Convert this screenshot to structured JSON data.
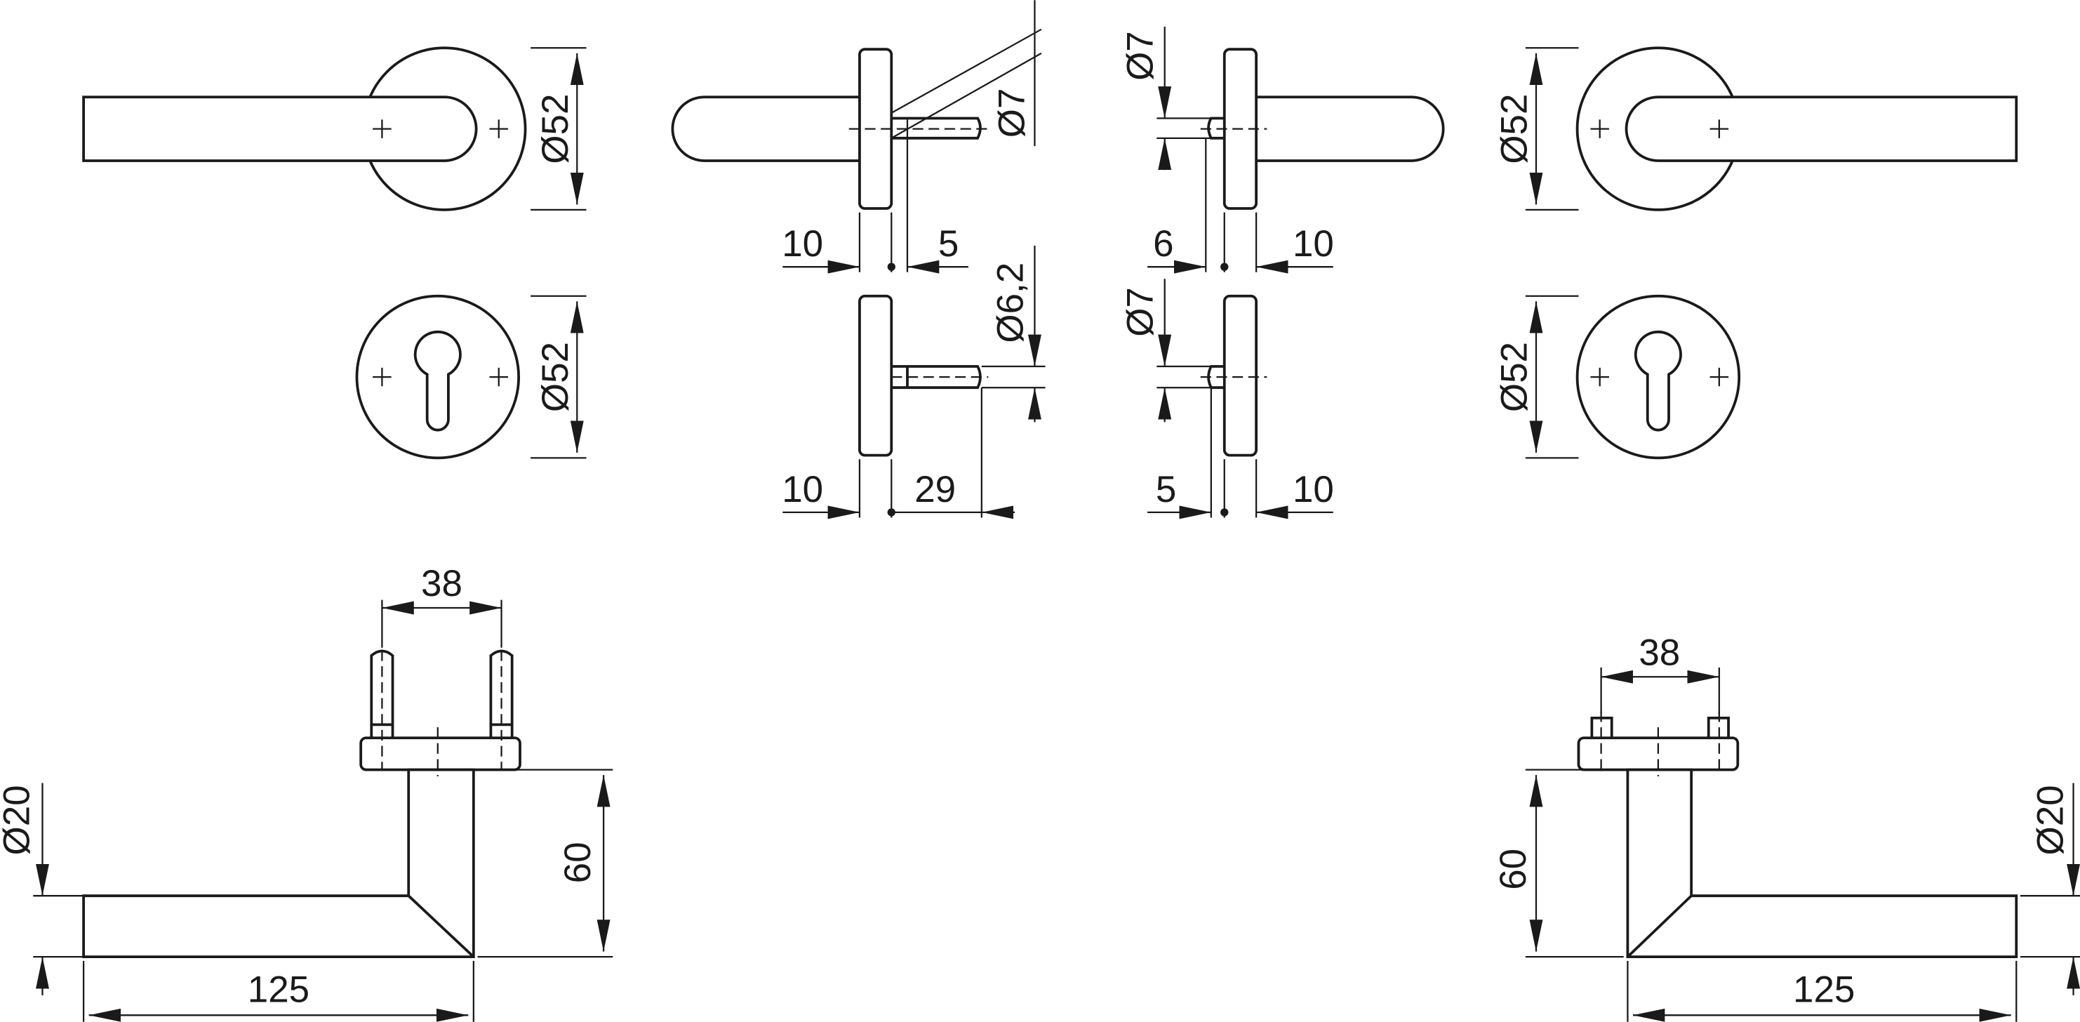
{
  "dimensions": {
    "rose_left_dia": "Ø52",
    "escutcheon_left_dia": "Ø52",
    "rose_right_dia": "Ø52",
    "escutcheon_right_dia": "Ø52",
    "side_left_spindle_dia": "Ø7",
    "side_left_plate": "10",
    "side_left_offset": "5",
    "side_right_spindle_dia": "Ø7",
    "side_right_offset": "6",
    "side_right_plate": "10",
    "side_left_cyl_dia": "Ø6,2",
    "side_left_cyl_plate": "10",
    "side_left_cyl_length": "29",
    "side_right_cyl_dia": "Ø7",
    "side_right_cyl_offset": "5",
    "side_right_cyl_plate": "10",
    "bottom_left_pin_spacing": "38",
    "bottom_left_grip_dia": "Ø20",
    "bottom_left_height": "60",
    "bottom_left_length": "125",
    "bottom_right_pin_spacing": "38",
    "bottom_right_height": "60",
    "bottom_right_grip_dia": "Ø20",
    "bottom_right_length": "125"
  }
}
